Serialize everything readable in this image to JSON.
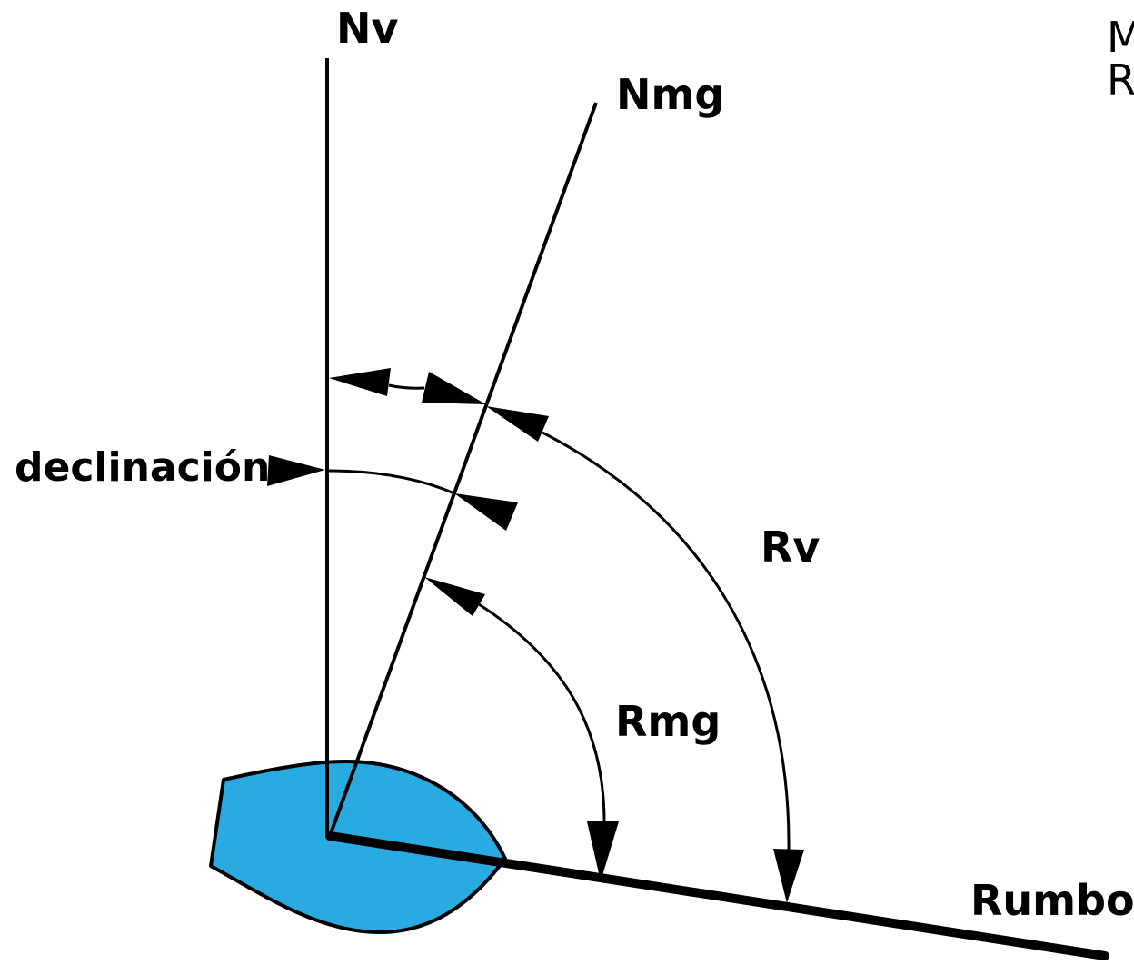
{
  "diagram": {
    "labels": {
      "true_north": "Nv",
      "magnetic_north": "Nmg",
      "declination": "declinación",
      "true_course": "Rv",
      "magnetic_course": "Rmg",
      "heading": "Rumbo"
    },
    "corner_text": {
      "line1": "M",
      "line2": "R"
    },
    "colors": {
      "hull": "#29abe2",
      "lines": "#000000",
      "background": "#ffffff"
    }
  }
}
